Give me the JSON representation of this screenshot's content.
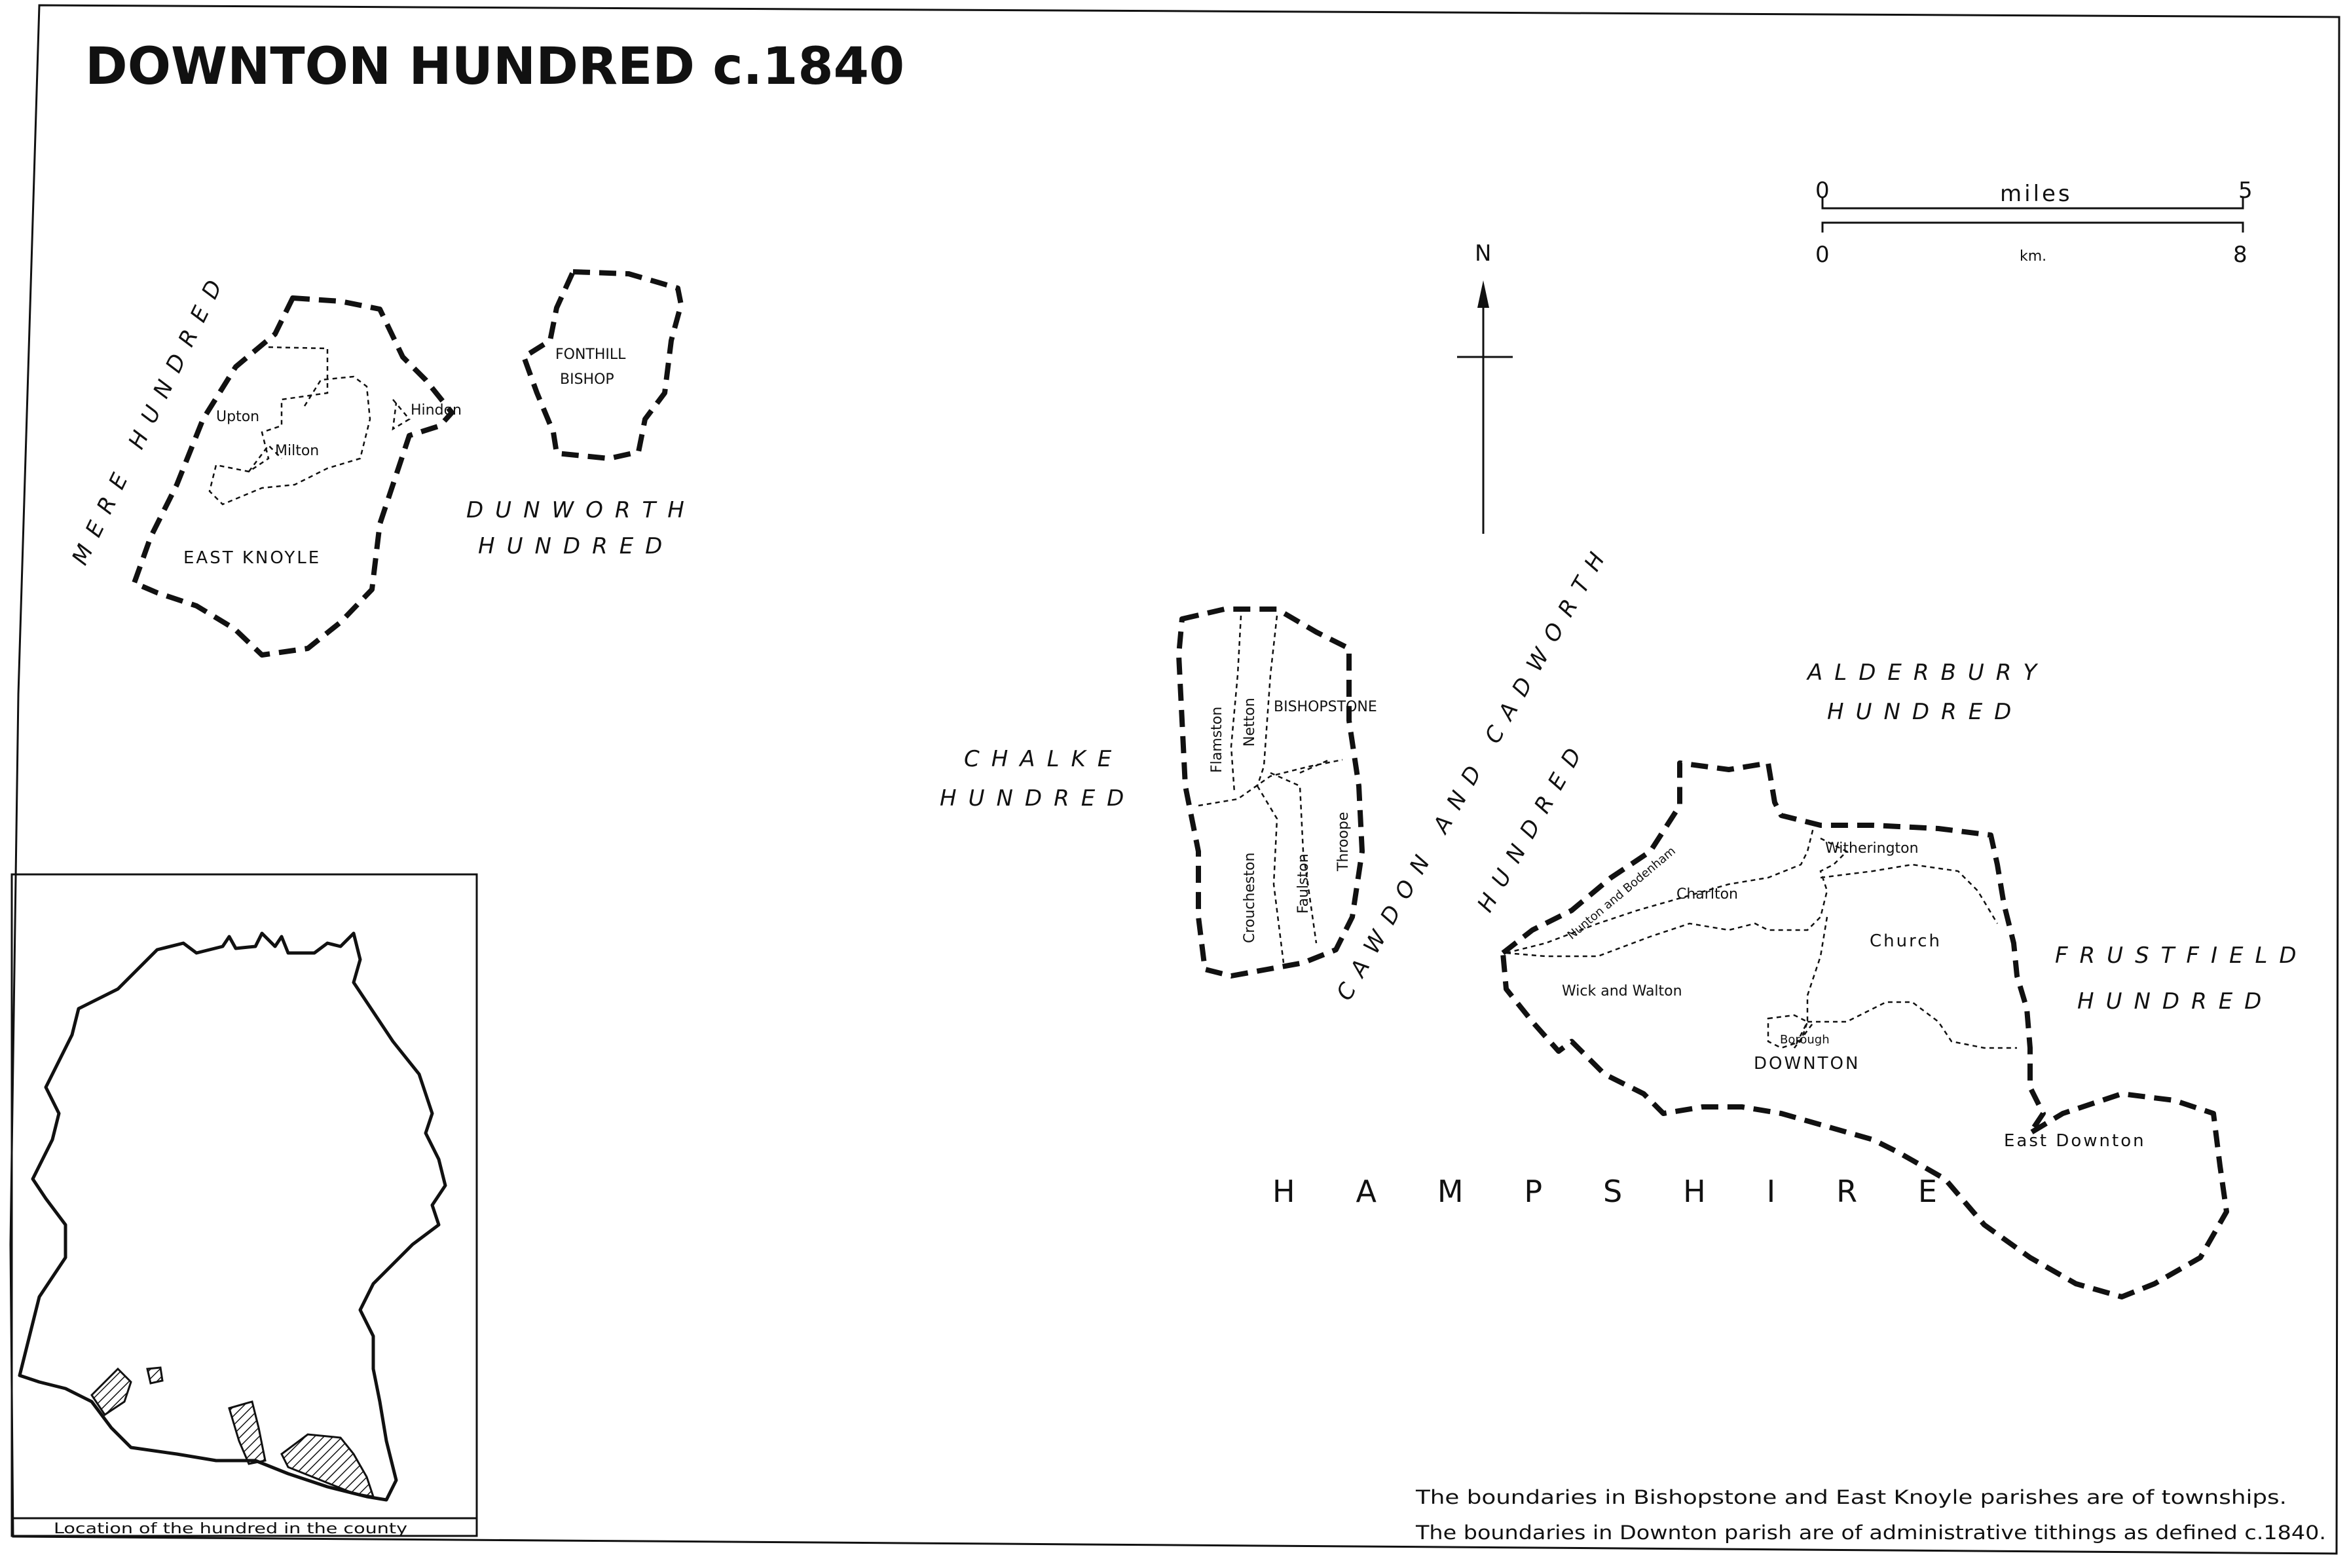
{
  "title": "DOWNTON HUNDRED c.1840",
  "scale": {
    "miles_label": "miles",
    "miles_start": "0",
    "miles_end": "5",
    "km_label": "km.",
    "km_start": "0",
    "km_end": "8"
  },
  "north": "N",
  "hundreds": {
    "mere": "MERE HUNDRED",
    "dunworth_1": "DUNWORTH",
    "dunworth_2": "HUNDRED",
    "chalke_1": "CHALKE",
    "chalke_2": "HUNDRED",
    "cawdon_1": "CAWDON AND CADWORTH",
    "cawdon_2": "HUNDRED",
    "alderbury_1": "ALDERBURY",
    "alderbury_2": "HUNDRED",
    "frustfield_1": "FRUSTFIELD",
    "frustfield_2": "HUNDRED",
    "hampshire": "H A M P S H I R E"
  },
  "places": {
    "fonthill_1": "FONTHILL",
    "fonthill_2": "BISHOP",
    "upton": "Upton",
    "milton": "Milton",
    "hindon": "Hindon",
    "east_knoyle": "EAST KNOYLE",
    "flamston": "Flamston",
    "netton": "Netton",
    "bishopstone": "BISHOPSTONE",
    "croucheston": "Croucheston",
    "faulston": "Faulston",
    "throope": "Throope",
    "nunton": "Nunton and Bodenham",
    "charlton": "Charlton",
    "witherington": "Witherington",
    "church": "Church",
    "wick": "Wick and Walton",
    "borough": "Borough",
    "downton": "DOWNTON",
    "east_downton": "East Downton"
  },
  "inset_caption": "Location of the hundred in the county",
  "notes": {
    "line1": "The boundaries in Bishopstone and East Knoyle parishes are of townships.",
    "line2": "The boundaries in Downton parish are of administrative tithings as defined c.1840."
  }
}
